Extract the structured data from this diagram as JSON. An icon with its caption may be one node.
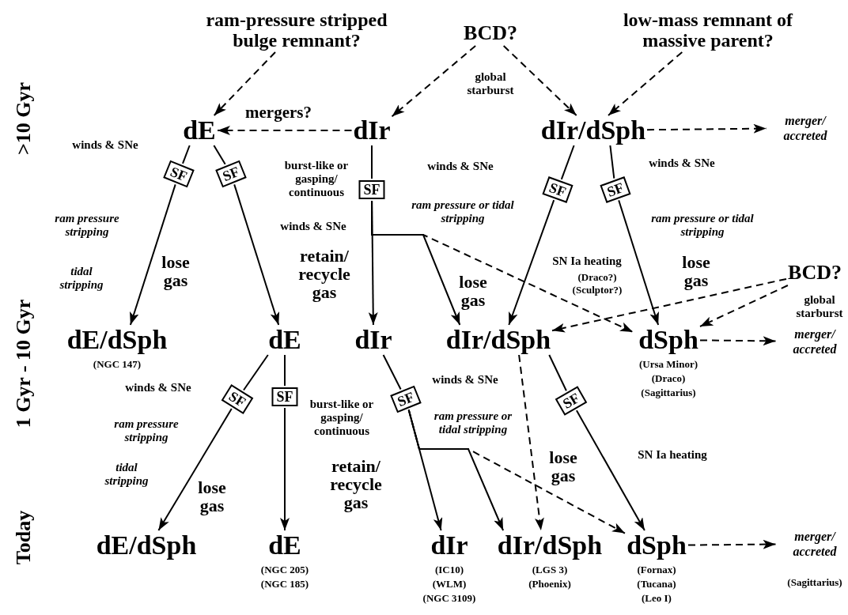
{
  "diagram": {
    "nodes": [
      {
        "text": [
          "ram-pressure stripped bulge remnant?"
        ]
      },
      {
        "text": [
          "BCD?"
        ]
      },
      {
        "text": [
          "low-mass remnant of massive parent?"
        ]
      },
      {
        "text": [
          "dE"
        ]
      },
      {
        "text": [
          "dIr"
        ]
      },
      {
        "text": [
          "dIr/dSph"
        ]
      },
      {
        "text": [
          "merger/ accreted"
        ]
      },
      {
        "text": [
          "SF"
        ]
      },
      {
        "text": [
          "SF"
        ]
      },
      {
        "text": [
          "SF"
        ]
      },
      {
        "text": [
          "SF"
        ]
      },
      {
        "text": [
          "SF"
        ]
      },
      {
        "text": [
          "BCD?"
        ]
      },
      {
        "text": [
          "dE/dSph"
        ],
        "beside": [
          "(NGC 147)"
        ]
      },
      {
        "text": [
          "dE"
        ]
      },
      {
        "text": [
          "dIr"
        ]
      },
      {
        "text": [
          "dIr/dSph"
        ]
      },
      {
        "text": [
          "dSph"
        ],
        "beside": [
          "(Ursa Minor)",
          "(Draco)",
          "(Sagittarius)"
        ]
      },
      {
        "text": [
          "merger/ accreted"
        ]
      },
      {
        "text": [
          "SF"
        ]
      },
      {
        "text": [
          "SF"
        ]
      },
      {
        "text": [
          "SF"
        ]
      },
      {
        "text": [
          "SF"
        ]
      },
      {
        "text": [
          "dE/dSph"
        ]
      },
      {
        "text": [
          "dE"
        ],
        "beside": [
          "(NGC 205)",
          "(NGC 185)"
        ]
      },
      {
        "text": [
          "dIr"
        ],
        "beside": [
          "(IC10)",
          "(WLM)",
          "(NGC 3109)"
        ]
      },
      {
        "text": [
          "dIr/dSph"
        ],
        "beside": [
          "(LGS 3)",
          "(Phoenix)"
        ]
      },
      {
        "text": [
          "dSph"
        ],
        "beside": [
          "(Fornax)",
          "(Tucana)",
          "(Leo I)"
        ]
      },
      {
        "text": [
          "merger/ accreted"
        ],
        "beside": [
          "(Sagittarius)"
        ]
      }
    ],
    "edges": [
      {
        "from": 0,
        "to": 3,
        "arrow": "to",
        "style": "dashed"
      },
      {
        "from": 1,
        "to": 4,
        "arrow": "to",
        "style": "dashed"
      },
      {
        "from": 1,
        "to": 5,
        "arrow": "to",
        "style": "dashed"
      },
      {
        "from": 2,
        "to": 5,
        "arrow": "to",
        "style": "dashed"
      },
      {
        "from": 4,
        "to": 3,
        "arrow": "to",
        "style": "dashed",
        "label": "mergers?"
      },
      {
        "from": 5,
        "to": 6,
        "arrow": "to",
        "style": "dashed"
      },
      {
        "from": 3,
        "to": 7,
        "arrow": "none"
      },
      {
        "from": 7,
        "to": 13,
        "arrow": "to"
      },
      {
        "from": 3,
        "to": 8,
        "arrow": "none"
      },
      {
        "from": 8,
        "to": 14,
        "arrow": "to"
      },
      {
        "from": 4,
        "to": 9,
        "arrow": "none"
      },
      {
        "from": 9,
        "to": 15,
        "arrow": "to"
      },
      {
        "from": 9,
        "to": 16,
        "arrow": "to"
      },
      {
        "from": 9,
        "to": 17,
        "arrow": "to",
        "style": "dashed"
      },
      {
        "from": 5,
        "to": 10,
        "arrow": "none"
      },
      {
        "from": 10,
        "to": 16,
        "arrow": "to"
      },
      {
        "from": 5,
        "to": 11,
        "arrow": "none"
      },
      {
        "from": 11,
        "to": 17,
        "arrow": "to"
      },
      {
        "from": 12,
        "to": 16,
        "arrow": "to",
        "style": "dashed"
      },
      {
        "from": 12,
        "to": 17,
        "arrow": "to",
        "style": "dashed"
      },
      {
        "from": 17,
        "to": 18,
        "arrow": "to",
        "style": "dashed"
      },
      {
        "from": 14,
        "to": 19,
        "arrow": "none"
      },
      {
        "from": 19,
        "to": 23,
        "arrow": "to"
      },
      {
        "from": 14,
        "to": 20,
        "arrow": "none"
      },
      {
        "from": 20,
        "to": 24,
        "arrow": "to"
      },
      {
        "from": 15,
        "to": 21,
        "arrow": "none"
      },
      {
        "from": 21,
        "to": 25,
        "arrow": "to"
      },
      {
        "from": 21,
        "to": 26,
        "arrow": "to"
      },
      {
        "from": 21,
        "to": 27,
        "arrow": "to",
        "style": "dashed"
      },
      {
        "from": 16,
        "to": 26,
        "arrow": "to",
        "style": "dashed"
      },
      {
        "from": 16,
        "to": 22,
        "arrow": "none"
      },
      {
        "from": 22,
        "to": 27,
        "arrow": "to"
      },
      {
        "from": 27,
        "to": 28,
        "arrow": "to",
        "style": "dashed"
      }
    ],
    "labels": [
      "global starburst",
      ">10 Gyr",
      "winds & SNe",
      "burst-like or gasping/ continuous",
      "winds & SNe",
      "winds & SNe",
      "ram pressure stripping",
      "ram pressure or tidal stripping",
      "winds & SNe",
      "ram pressure or tidal stripping",
      "lose gas",
      "tidal stripping",
      "retain/ recycle gas",
      "lose gas",
      "SN Ia heating",
      "lose gas",
      "(Draco?)",
      "(Sculptor?)",
      "global starburst",
      "1 Gyr - 10 Gyr",
      "winds & SNe",
      "burst-like or gasping/ continuous",
      "winds & SNe",
      "ram pressure or tidal stripping",
      "ram pressure stripping",
      "tidal stripping",
      "lose gas",
      "retain/ recycle gas",
      "lose gas",
      "SN Ia heating",
      "Today"
    ]
  }
}
